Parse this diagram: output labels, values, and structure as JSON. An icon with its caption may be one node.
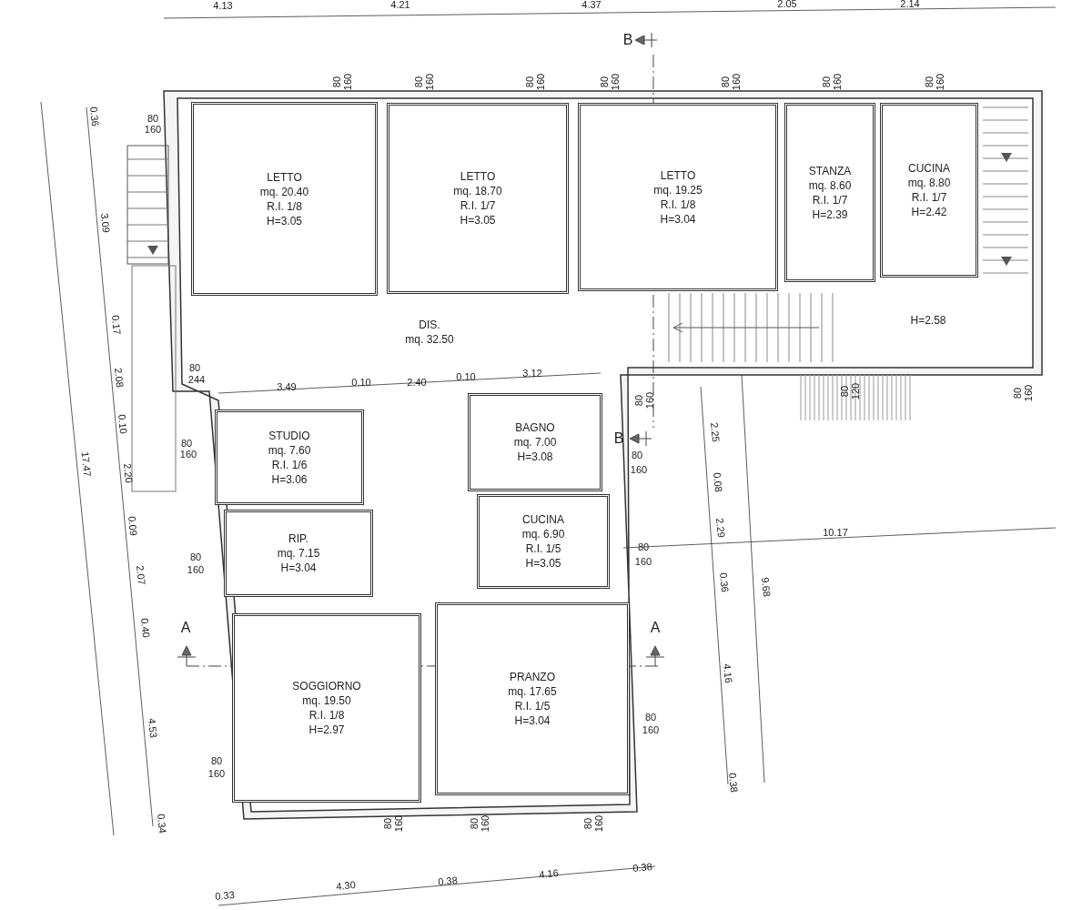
{
  "diagram": {
    "nodes": [
      {
        "text": [
          "LETTO",
          "mq. 20.40",
          "R.I. 1/8",
          "H=3.05"
        ]
      },
      {
        "text": [
          "LETTO",
          "mq. 18.70",
          "R.I. 1/7",
          "H=3.05"
        ]
      },
      {
        "text": [
          "LETTO",
          "mq. 19.25",
          "R.I. 1/8",
          "H=3.04"
        ]
      },
      {
        "text": [
          "STANZA",
          "mq. 8.60",
          "R.I. 1/7",
          "H=2.39"
        ]
      },
      {
        "text": [
          "CUCINA",
          "mq. 8.80",
          "R.I. 1/7",
          "H=2.42"
        ]
      },
      {
        "text": [
          "DIS.",
          "mq. 32.50"
        ]
      },
      {
        "text": [
          "STUDIO",
          "mq. 7.60",
          "R.I. 1/6",
          "H=3.06"
        ]
      },
      {
        "text": [
          "BAGNO",
          "mq. 7.00",
          "H=3.08"
        ]
      },
      {
        "text": [
          "RIP.",
          "mq. 7.15",
          "H=3.04"
        ]
      },
      {
        "text": [
          "CUCINA",
          "mq. 6.90",
          "R.I. 1/5",
          "H=3.05"
        ]
      },
      {
        "text": [
          "SOGGIORNO",
          "mq. 19.50",
          "R.I. 1/8",
          "H=2.97"
        ]
      },
      {
        "text": [
          "PRANZO",
          "mq. 17.65",
          "R.I. 1/5",
          "H=3.04"
        ]
      }
    ],
    "labels": [
      "4.13",
      "4.21",
      "4.37",
      "2.05",
      "2.14",
      "B",
      "80",
      "160",
      "80",
      "160",
      "80",
      "160",
      "80",
      "160",
      "80",
      "160",
      "80",
      "160",
      "80",
      "160",
      "80",
      "160",
      "0.36",
      "3.09",
      "H=2.58",
      "0.17",
      "80",
      "244",
      "2.08",
      "3.49",
      "0.10",
      "2.40",
      "0.10",
      "3.12",
      "80",
      "160",
      "80",
      "120",
      "80",
      "160",
      "0.10",
      "2.25",
      "80",
      "B",
      "160",
      "80",
      "160",
      "17.47",
      "2.20",
      "0.08",
      "0.09",
      "2.29",
      "10.17",
      "80",
      "80",
      "2.07",
      "160",
      "160",
      "0.36",
      "9.68",
      "0.40",
      "A",
      "A",
      "4.16",
      "4.53",
      "80",
      "160",
      "80",
      "160",
      "0.38",
      "0.34",
      "80",
      "160",
      "80",
      "160",
      "80",
      "160",
      "0.38",
      "4.16",
      "0.38",
      "4.30",
      "0.33"
    ]
  }
}
